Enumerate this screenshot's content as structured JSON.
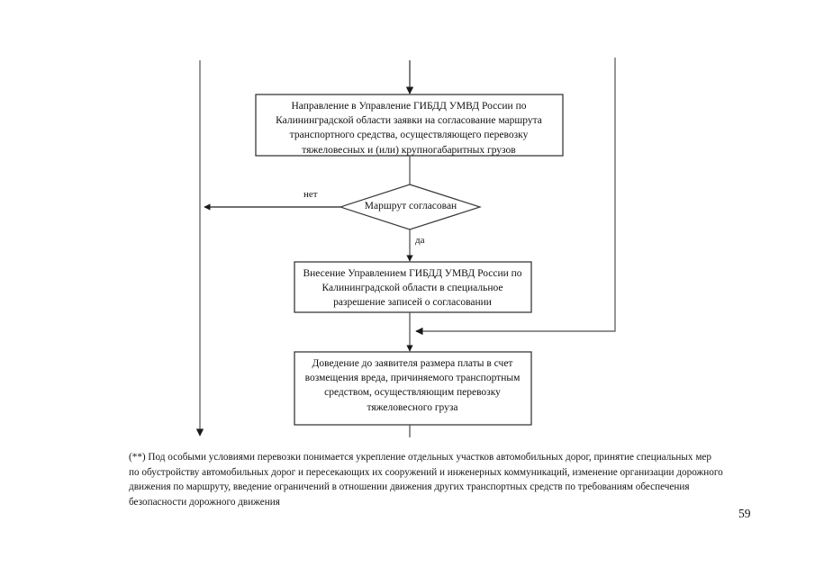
{
  "document": {
    "page_number": "59",
    "footnote": "(**) Под особыми условиями перевозки понимается укрепление отдельных участков автомобильных дорог, принятие специальных мер по обустройству автомобильных дорог и пересекающих их сооружений и инженерных коммуникаций, изменение организации дорожного движения по маршруту, введение ограничений в отношении движения других транспортных средств по требованиям обеспечения безопасности дорожного движения"
  },
  "flowchart": {
    "type": "process-flow-diagram",
    "line_color": "#4a4a4a",
    "box_border_color": "#3a3a3a",
    "text_color": "#111111",
    "nodes": {
      "box1": {
        "shape": "rectangle",
        "text": "Направление в Управление ГИБДД УМВД России по Калининградской области заявки на согласование маршрута транспортного средства, осуществляющего перевозку тяжеловесных и (или) крупногабаритных грузов"
      },
      "decision": {
        "shape": "diamond",
        "text": "Маршрут согласован"
      },
      "box2": {
        "shape": "rectangle",
        "text": "Внесение Управлением ГИБДД УМВД России по Калининградской области в специальное разрешение записей о согласовании"
      },
      "box3": {
        "shape": "rectangle",
        "text": "Доведение до заявителя размера платы в счет возмещения вреда, причиняемого транспортным средством, осуществляющим перевозку тяжеловесного груза"
      }
    },
    "edge_labels": {
      "no": "нет",
      "yes": "да"
    }
  }
}
